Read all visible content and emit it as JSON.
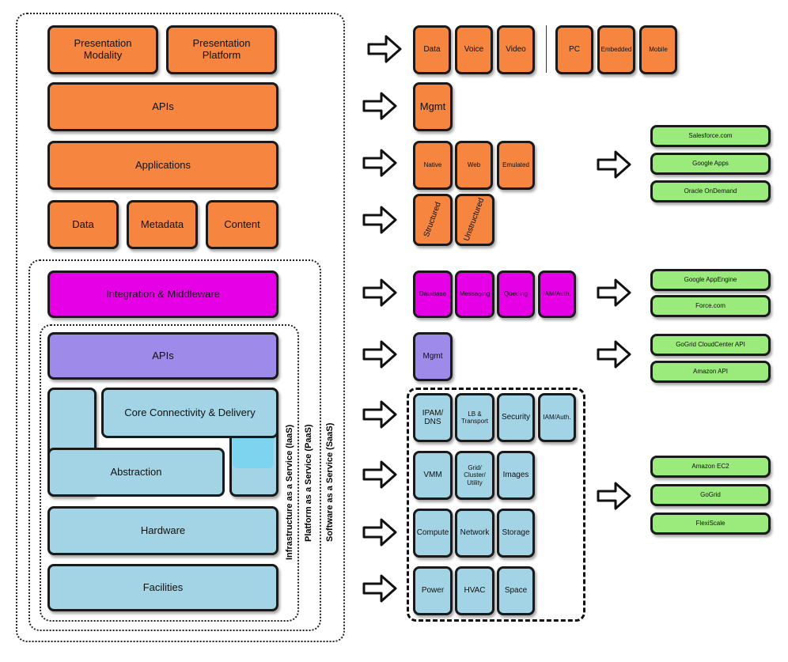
{
  "stack": {
    "presentation_modality": "Presentation\nModality",
    "presentation_platform": "Presentation\nPlatform",
    "apis_top": "APIs",
    "applications": "Applications",
    "data": "Data",
    "metadata": "Metadata",
    "content": "Content",
    "integration": "Integration & Middleware",
    "apis_bottom": "APIs",
    "core_connectivity": "Core Connectivity & Delivery",
    "abstraction": "Abstraction",
    "hardware": "Hardware",
    "facilities": "Facilities"
  },
  "layers": {
    "iaas": "Infrastructure as a Service (IaaS)",
    "paas": "Platform as a Service (PaaS)",
    "saas": "Software as a Service (SaaS)"
  },
  "details": {
    "presentation": [
      "Data",
      "Voice",
      "Video",
      "PC",
      "Embedded",
      "Mobile"
    ],
    "apis_mgmt": "Mgmt",
    "applications": [
      "Native",
      "Web",
      "Emulated"
    ],
    "data_kinds": [
      "Structured",
      "Unstructured"
    ],
    "integration": [
      "Database",
      "Messaging",
      "Queuing",
      "IAM/Auth."
    ],
    "apis2_mgmt": "Mgmt",
    "core": [
      "IPAM/\nDNS",
      "LB &\nTransport",
      "Security",
      "IAM/Auth."
    ],
    "abstraction": [
      "VMM",
      "Grid/\nCluster/\nUtility",
      "Images"
    ],
    "hardware": [
      "Compute",
      "Network",
      "Storage"
    ],
    "facilities": [
      "Power",
      "HVAC",
      "Space"
    ]
  },
  "examples": {
    "saas": [
      "Salesforce.com",
      "Google Apps",
      "Oracle OnDemand"
    ],
    "paas": [
      "Google AppEngine",
      "Force.com"
    ],
    "api": [
      "GoGrid CloudCenter API",
      "Amazon API"
    ],
    "iaas": [
      "Amazon EC2",
      "GoGrid",
      "FlexiScale"
    ]
  },
  "colors": {
    "orange": "#f5853f",
    "magenta": "#e500e5",
    "purple": "#9e8ae8",
    "blue": "#a3d4e6",
    "green": "#9aea7c"
  },
  "icons": {
    "arrow": "right-arrow-icon"
  }
}
